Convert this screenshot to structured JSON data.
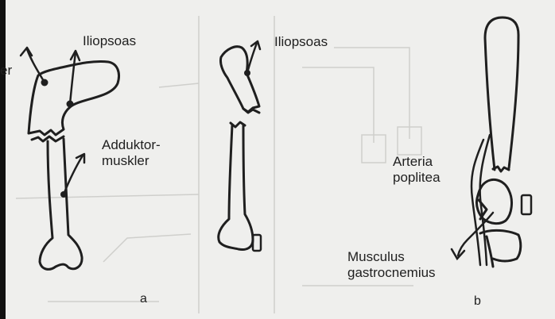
{
  "labels": {
    "er_fragment": "er",
    "iliopsoas_left": "Iliopsoas",
    "adduktor_line1": "Adduktor-",
    "adduktor_line2": "muskler",
    "iliopsoas_right": "Iliopsoas",
    "arteria_line1": "Arteria",
    "arteria_line2": "poplitea",
    "musculus_line1": "Musculus",
    "musculus_line2": "gastrocnemius"
  },
  "panels": {
    "a": "a",
    "b": "b"
  },
  "colors": {
    "paper": "#efefed",
    "ink": "#1f1f1f",
    "faint": "#cfcfcc",
    "border": "#111111"
  },
  "icons": {
    "arrow": "arrow-icon",
    "attachment_point": "dot-icon"
  }
}
